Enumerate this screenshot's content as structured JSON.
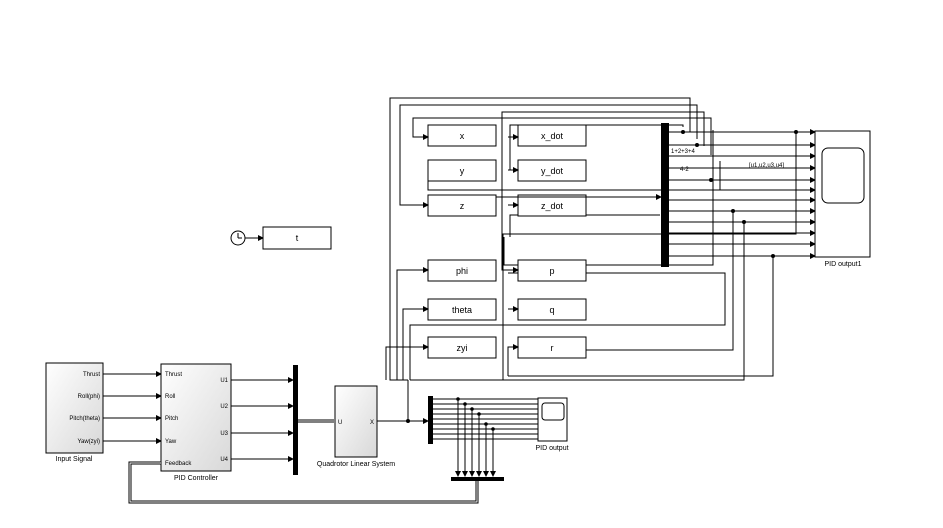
{
  "blocks": {
    "input_signal": {
      "label": "Input Signal",
      "ports": [
        "Thrust",
        "Roll(phi)",
        "Pitch(theta)",
        "Yaw(zyi)"
      ]
    },
    "pid_controller": {
      "label": "PID Controller",
      "inputs": [
        "Thrust",
        "Roll",
        "Pitch",
        "Yaw",
        "Feedback"
      ],
      "outputs": [
        "U1",
        "U2",
        "U3",
        "U4"
      ]
    },
    "quadrotor": {
      "label": "Quadrotor Linear System",
      "input": "U",
      "output": "X"
    },
    "pid_output": {
      "label": "PID output"
    },
    "pid_output1": {
      "label": "PID output1"
    },
    "clock_target": "t",
    "goto_left": [
      "x",
      "y",
      "z",
      "phi",
      "theta",
      "zyi"
    ],
    "goto_right": [
      "x_dot",
      "y_dot",
      "z_dot",
      "p",
      "q",
      "r"
    ],
    "sum1": "1+2+3+4",
    "sum2": "4-2",
    "mux_label": "[u1,u2,u3,u4]"
  }
}
